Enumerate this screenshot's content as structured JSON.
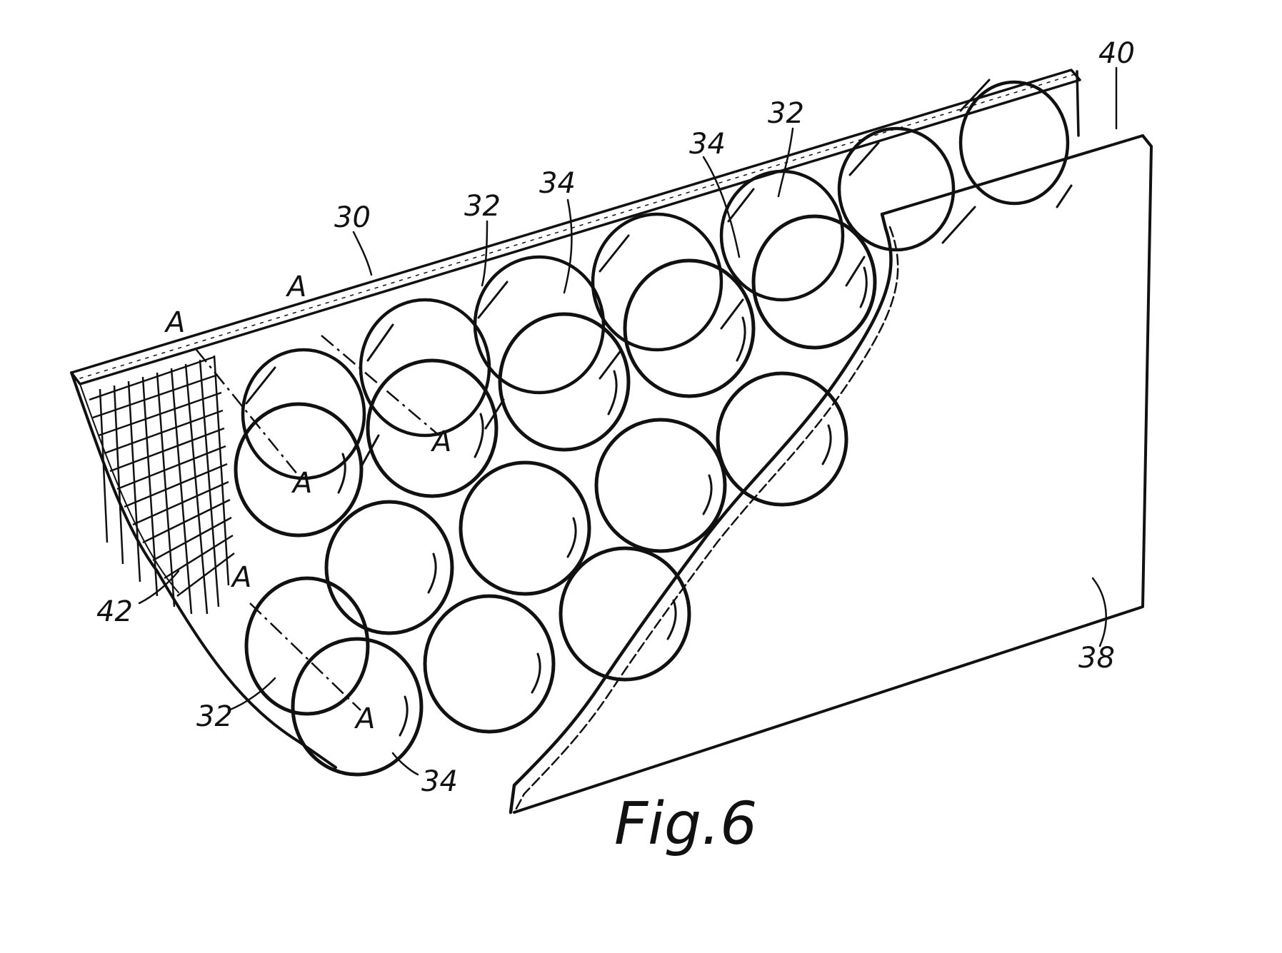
{
  "figure": {
    "caption": "Fig.6",
    "colors": {
      "ink": "#111111",
      "paper": "#ffffff"
    },
    "labels": {
      "l30": "30",
      "l32a": "32",
      "l32b": "32",
      "l32c": "32",
      "l34a": "34",
      "l34b": "34",
      "l34c": "34",
      "l40": "40",
      "l42": "42",
      "l38": "38",
      "axis_top": "A",
      "axis": "A"
    }
  }
}
